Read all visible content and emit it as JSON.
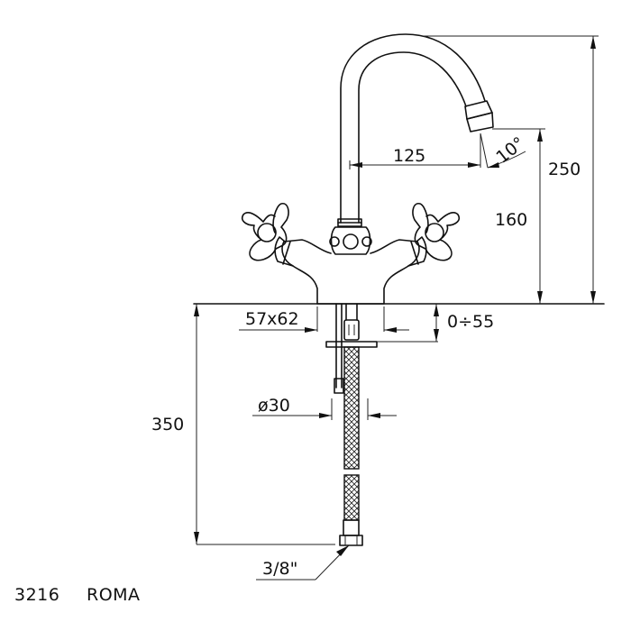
{
  "product": {
    "code": "3216",
    "name": "ROMA"
  },
  "dimensions": {
    "spout_reach": "125",
    "spout_angle": "10°",
    "total_height": "250",
    "spout_height": "160",
    "hole_size": "57x62",
    "deck_thickness": "0÷55",
    "shank_diameter": "ø30",
    "hose_length": "350",
    "connection": "3/8\""
  },
  "colors": {
    "line": "#111111",
    "background": "#ffffff"
  }
}
